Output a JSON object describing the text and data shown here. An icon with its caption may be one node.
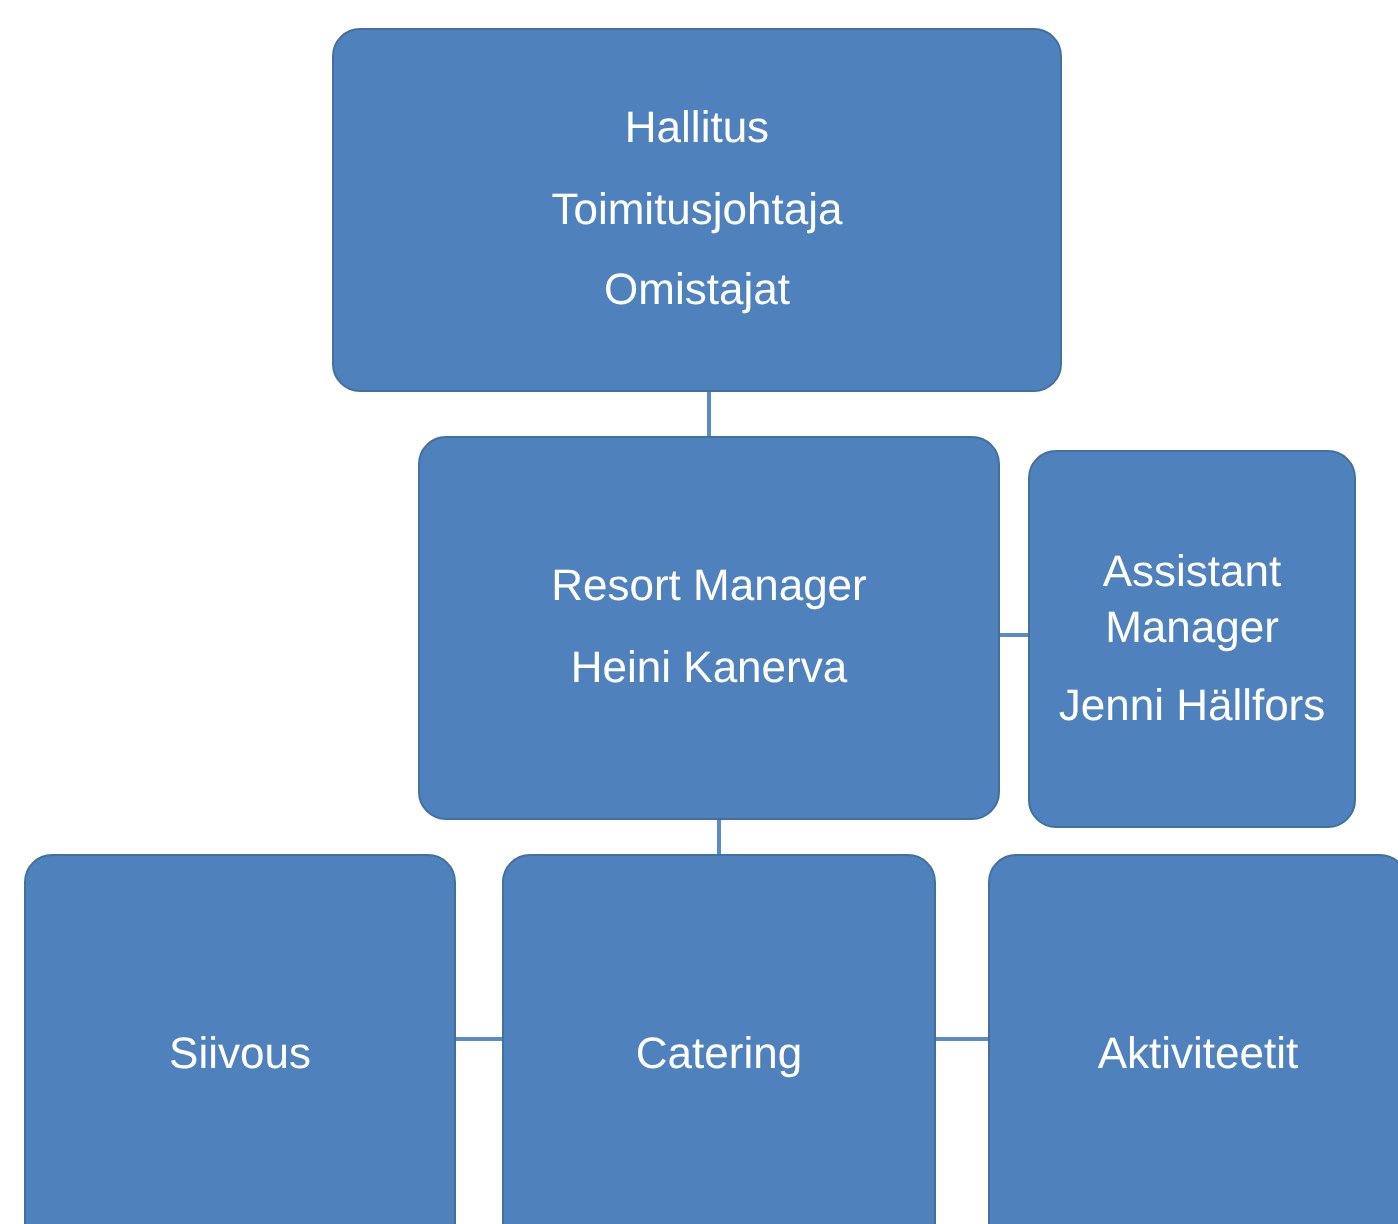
{
  "diagram": {
    "nodes": [
      {
        "text": [
          "Hallitus",
          "Toimitusjohtaja",
          "Omistajat"
        ]
      },
      {
        "text": [
          "Resort Manager",
          "Heini Kanerva"
        ]
      },
      {
        "text": [
          "Assistant Manager",
          "Jenni Hällfors"
        ]
      },
      {
        "text": [
          "Siivous"
        ]
      },
      {
        "text": [
          "Catering"
        ]
      },
      {
        "text": [
          "Aktiviteetit"
        ]
      }
    ],
    "edges": [
      {
        "from": 0,
        "to": 1,
        "arrow": "none"
      },
      {
        "from": 1,
        "to": 2,
        "arrow": "none"
      },
      {
        "from": 1,
        "to": 4,
        "arrow": "none"
      },
      {
        "from": 3,
        "to": 4,
        "arrow": "none"
      },
      {
        "from": 4,
        "to": 5,
        "arrow": "none"
      }
    ]
  }
}
